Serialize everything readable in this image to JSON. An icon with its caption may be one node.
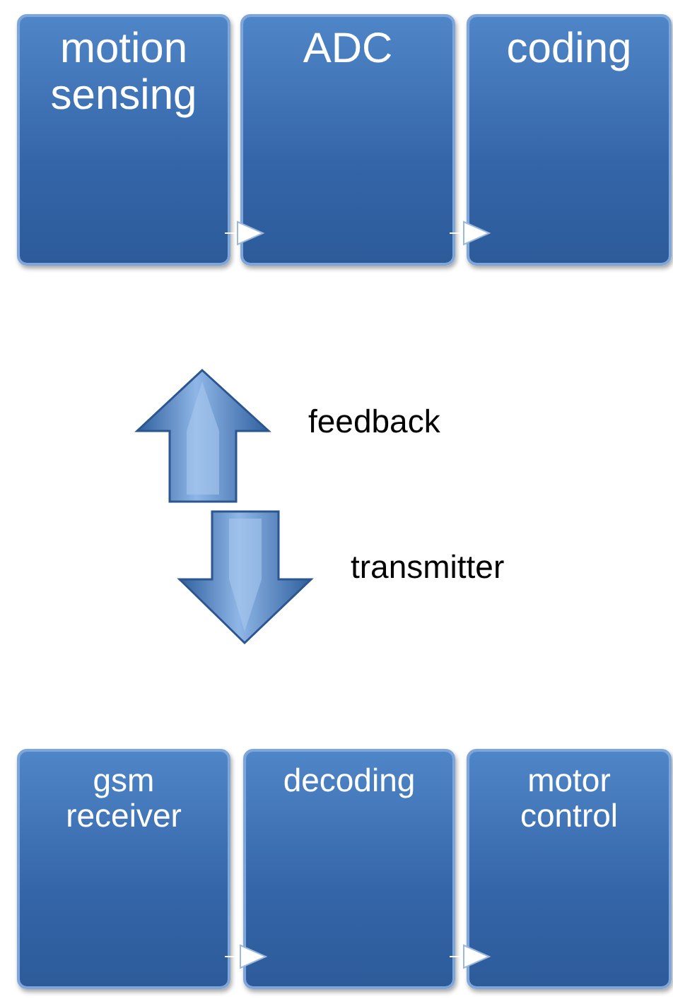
{
  "diagram": {
    "nodes": [
      {
        "text": [
          "motion sensing"
        ]
      },
      {
        "text": [
          "ADC"
        ]
      },
      {
        "text": [
          "coding"
        ]
      },
      {
        "text": [
          "gsm receiver"
        ]
      },
      {
        "text": [
          "decoding"
        ]
      },
      {
        "text": [
          "motor control"
        ]
      }
    ],
    "edges": [
      {
        "from": 0,
        "to": 1,
        "arrow": "to"
      },
      {
        "from": 1,
        "to": 2,
        "arrow": "to"
      },
      {
        "from": 3,
        "to": 4,
        "arrow": "to"
      },
      {
        "from": 4,
        "to": 5,
        "arrow": "to"
      }
    ],
    "labels": [
      "feedback",
      "transmitter"
    ]
  }
}
